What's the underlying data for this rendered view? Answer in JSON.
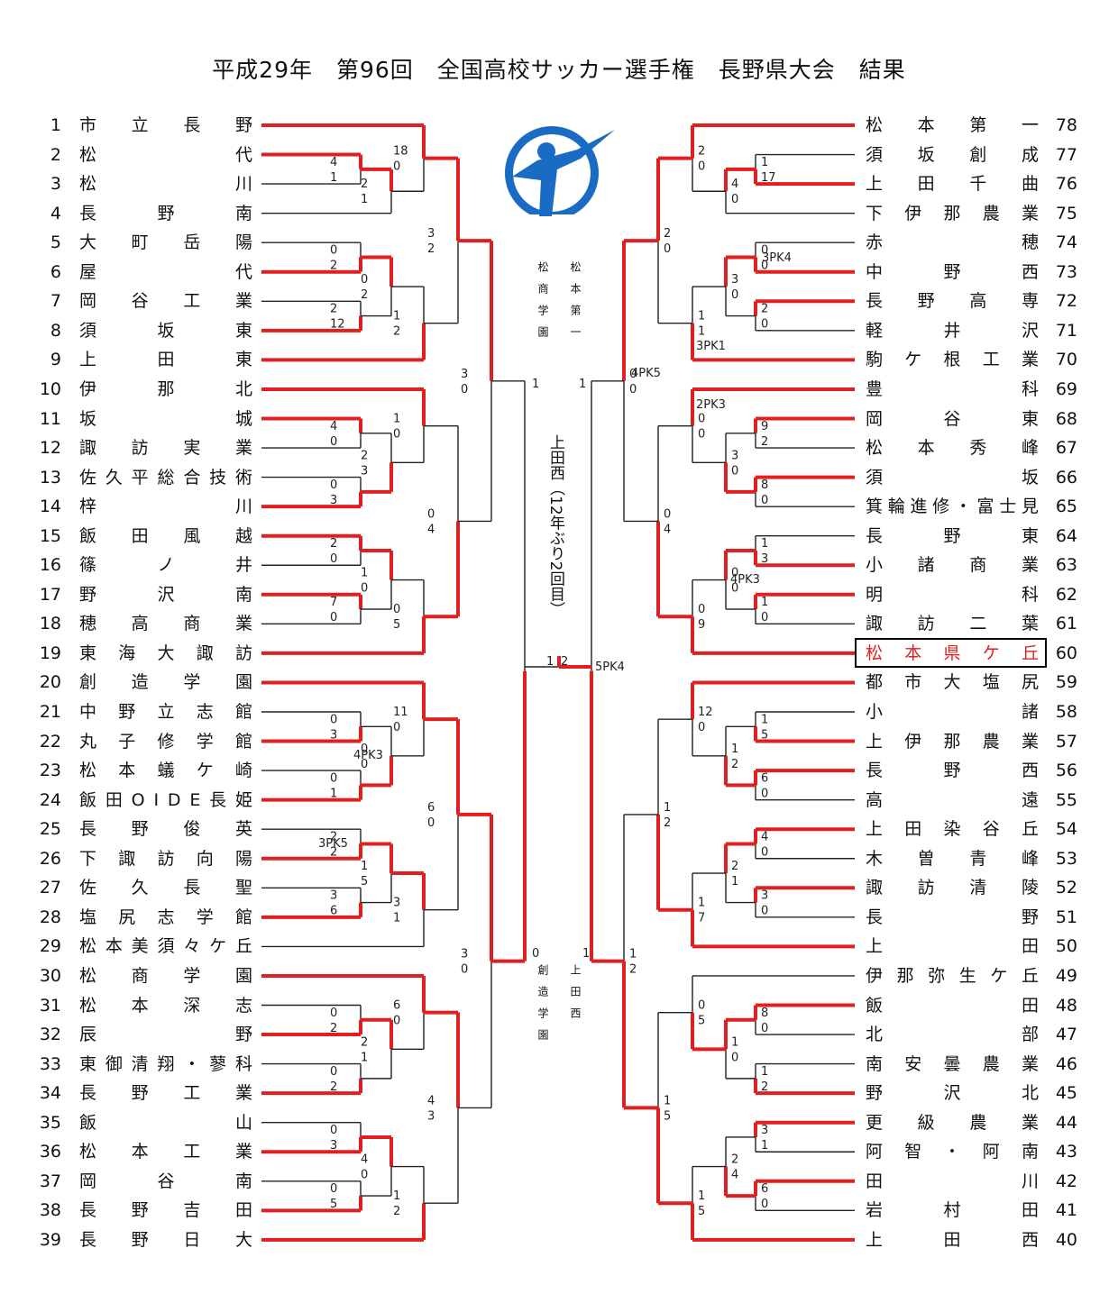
{
  "title": "平成29年　第96回　全国高校サッカー選手権　長野県大会　結果",
  "colors": {
    "win": "#e02020",
    "line": "#222222",
    "logo": "#1a6bc4",
    "highlight_text": "#e02020"
  },
  "logo": "kicker-logo-icon",
  "left_teams": [
    {
      "no": "1",
      "name": "市立長野"
    },
    {
      "no": "2",
      "name": "松代"
    },
    {
      "no": "3",
      "name": "松川"
    },
    {
      "no": "4",
      "name": "長野南"
    },
    {
      "no": "5",
      "name": "大町岳陽"
    },
    {
      "no": "6",
      "name": "屋代"
    },
    {
      "no": "7",
      "name": "岡谷工業"
    },
    {
      "no": "8",
      "name": "須坂東"
    },
    {
      "no": "9",
      "name": "上田東"
    },
    {
      "no": "10",
      "name": "伊那北"
    },
    {
      "no": "11",
      "name": "坂城"
    },
    {
      "no": "12",
      "name": "諏訪実業"
    },
    {
      "no": "13",
      "name": "佐久平総合技術"
    },
    {
      "no": "14",
      "name": "梓川"
    },
    {
      "no": "15",
      "name": "飯田風越"
    },
    {
      "no": "16",
      "name": "篠ノ井"
    },
    {
      "no": "17",
      "name": "野沢南"
    },
    {
      "no": "18",
      "name": "穂高商業"
    },
    {
      "no": "19",
      "name": "東海大諏訪"
    },
    {
      "no": "20",
      "name": "創造学園"
    },
    {
      "no": "21",
      "name": "中野立志館"
    },
    {
      "no": "22",
      "name": "丸子修学館"
    },
    {
      "no": "23",
      "name": "松本蟻ケ崎"
    },
    {
      "no": "24",
      "name": "飯田OIDE長姫"
    },
    {
      "no": "25",
      "name": "長野俊英"
    },
    {
      "no": "26",
      "name": "下諏訪向陽"
    },
    {
      "no": "27",
      "name": "佐久長聖"
    },
    {
      "no": "28",
      "name": "塩尻志学館"
    },
    {
      "no": "29",
      "name": "松本美須々ケ丘"
    },
    {
      "no": "30",
      "name": "松商学園"
    },
    {
      "no": "31",
      "name": "松本深志"
    },
    {
      "no": "32",
      "name": "辰野"
    },
    {
      "no": "33",
      "name": "東御清翔・蓼科"
    },
    {
      "no": "34",
      "name": "長野工業"
    },
    {
      "no": "35",
      "name": "飯山"
    },
    {
      "no": "36",
      "name": "松本工業"
    },
    {
      "no": "37",
      "name": "岡谷南"
    },
    {
      "no": "38",
      "name": "長野吉田"
    },
    {
      "no": "39",
      "name": "長野日大"
    }
  ],
  "right_teams": [
    {
      "no": "78",
      "name": "松本第一"
    },
    {
      "no": "77",
      "name": "須坂創成"
    },
    {
      "no": "76",
      "name": "上田千曲"
    },
    {
      "no": "75",
      "name": "下伊那農業"
    },
    {
      "no": "74",
      "name": "赤穂"
    },
    {
      "no": "73",
      "name": "中野西"
    },
    {
      "no": "72",
      "name": "長野高専"
    },
    {
      "no": "71",
      "name": "軽井沢"
    },
    {
      "no": "70",
      "name": "駒ケ根工業"
    },
    {
      "no": "69",
      "name": "豊科"
    },
    {
      "no": "68",
      "name": "岡谷東"
    },
    {
      "no": "67",
      "name": "松本秀峰"
    },
    {
      "no": "66",
      "name": "須坂"
    },
    {
      "no": "65",
      "name": "箕輪進修・富士見"
    },
    {
      "no": "64",
      "name": "長野東"
    },
    {
      "no": "63",
      "name": "小諸商業"
    },
    {
      "no": "62",
      "name": "明科"
    },
    {
      "no": "61",
      "name": "諏訪二葉"
    },
    {
      "no": "60",
      "name": "松本県ケ丘"
    },
    {
      "no": "59",
      "name": "都市大塩尻"
    },
    {
      "no": "58",
      "name": "小諸"
    },
    {
      "no": "57",
      "name": "上伊那農業"
    },
    {
      "no": "56",
      "name": "長野西"
    },
    {
      "no": "55",
      "name": "高遠"
    },
    {
      "no": "54",
      "name": "上田染谷丘"
    },
    {
      "no": "53",
      "name": "木曽青峰"
    },
    {
      "no": "52",
      "name": "諏訪清陵"
    },
    {
      "no": "51",
      "name": "長野"
    },
    {
      "no": "50",
      "name": "上田"
    },
    {
      "no": "49",
      "name": "伊那弥生ケ丘"
    },
    {
      "no": "48",
      "name": "飯田"
    },
    {
      "no": "47",
      "name": "北部"
    },
    {
      "no": "46",
      "name": "南安曇農業"
    },
    {
      "no": "45",
      "name": "野沢北"
    },
    {
      "no": "44",
      "name": "更級農業"
    },
    {
      "no": "43",
      "name": "阿智・阿南"
    },
    {
      "no": "42",
      "name": "田川"
    },
    {
      "no": "41",
      "name": "岩村田"
    },
    {
      "no": "40",
      "name": "上田西"
    }
  ],
  "highlight_team": "60",
  "semi_labels": {
    "top_left": "松商学園",
    "top_right": "松本第一",
    "bottom_left": "創造学園",
    "bottom_right": "上田西"
  },
  "champion_note": "上田西（12年ぶり2回目）",
  "final": {
    "left": "1",
    "right": "2",
    "pk": "5PK4"
  }
}
